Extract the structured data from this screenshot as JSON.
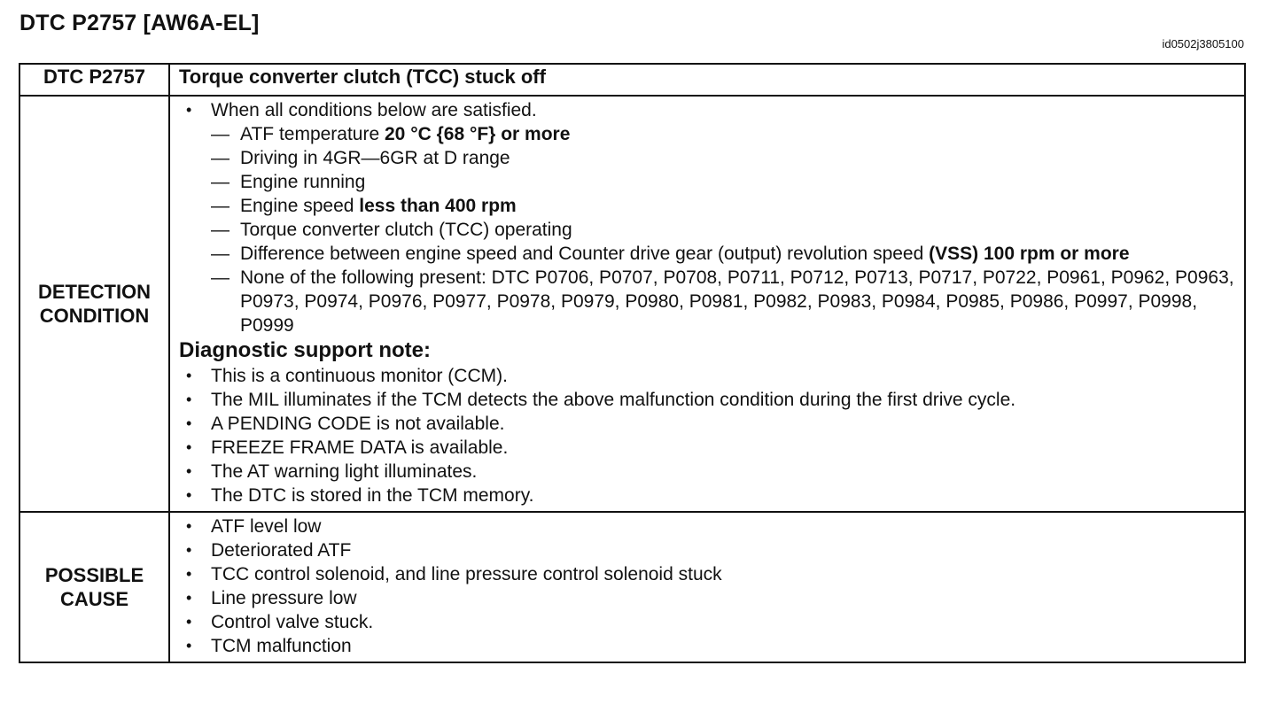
{
  "title": "DTC P2757 [AW6A-EL]",
  "doc_id": "id0502j3805100",
  "table": {
    "header": {
      "code": "DTC P2757",
      "description": "Torque converter clutch (TCC) stuck off"
    },
    "detection": {
      "label_line1": "DETECTION",
      "label_line2": "CONDITION",
      "intro": "When all conditions below are satisfied.",
      "conditions": {
        "atf_text": "ATF temperature ",
        "atf_bold": "20 °C {68 °F} or more",
        "driving": "Driving in 4GR—6GR at D range",
        "engine_running": "Engine running",
        "engine_speed_text": "Engine speed ",
        "engine_speed_bold": "less than 400 rpm",
        "tcc_operating": "Torque converter clutch (TCC) operating",
        "difference_text": "Difference between engine speed and Counter drive gear (output) revolution speed ",
        "difference_bold": "(VSS) 100 rpm or more",
        "none_following": "None of the following present: DTC P0706, P0707, P0708, P0711, P0712, P0713, P0717, P0722, P0961, P0962, P0963, P0973, P0974, P0976, P0977, P0978, P0979, P0980, P0981, P0982, P0983, P0984, P0985, P0986, P0997, P0998, P0999"
      },
      "note_heading": "Diagnostic support note:",
      "notes": [
        "This is a continuous monitor (CCM).",
        "The MIL illuminates if the TCM detects the above malfunction condition during the first drive cycle.",
        "A PENDING CODE is not available.",
        "FREEZE FRAME DATA is available.",
        "The AT warning light illuminates.",
        "The DTC is stored in the TCM memory."
      ]
    },
    "possible_cause": {
      "label_line1": "POSSIBLE",
      "label_line2": "CAUSE",
      "items": [
        "ATF level low",
        "Deteriorated ATF",
        "TCC control solenoid, and line pressure control solenoid stuck",
        "Line pressure low",
        "Control valve stuck.",
        "TCM malfunction"
      ]
    },
    "bullet_glyph": "•",
    "dash_glyph": "—"
  }
}
